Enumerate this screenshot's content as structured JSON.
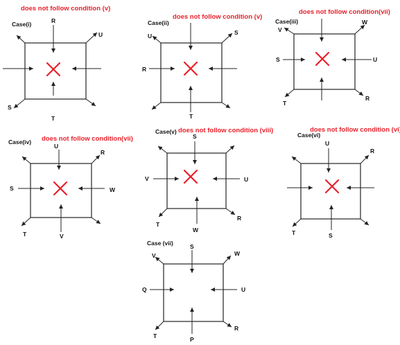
{
  "colors": {
    "note": "#e8202a",
    "cross": "#e8202a",
    "ink": "#222222"
  },
  "panels": [
    {
      "title": "Case(i)",
      "note": "does not follow condition (v)",
      "crossed": true,
      "labels": {
        "top": "R",
        "top_right": "U",
        "bottom_left": "S",
        "bottom": "T"
      }
    },
    {
      "title": "Case(ii)",
      "note": "does not follow condition (v)",
      "crossed": true,
      "labels": {
        "top_left": "U",
        "top_right": "S",
        "left": "R",
        "bottom": "T"
      }
    },
    {
      "title": "Case(iii)",
      "note": "does not follow condition(vii)",
      "crossed": true,
      "labels": {
        "top_left": "V",
        "top_right": "W",
        "left": "S",
        "right": "U",
        "bottom_left": "T",
        "bottom_right": "R"
      }
    },
    {
      "title": "Case(iv)",
      "note": "does not follow condition(vii)",
      "crossed": true,
      "labels": {
        "top": "U",
        "top_right": "R",
        "left": "S",
        "right": "W",
        "bottom_left": "T",
        "bottom": "V"
      }
    },
    {
      "title": "Case(v)",
      "note": "does not follow condition (viii)",
      "crossed": true,
      "labels": {
        "top": "S",
        "left": "V",
        "right": "U",
        "bottom_left": "T",
        "bottom": "W",
        "bottom_right": "R"
      }
    },
    {
      "title": "Case(vi)",
      "note": "does not follow condition (vi)",
      "crossed": true,
      "labels": {
        "top": "U",
        "top_right": "R",
        "bottom_left": "T",
        "bottom": "S"
      }
    },
    {
      "title": "Case (vii)",
      "note": "",
      "crossed": false,
      "labels": {
        "top_left": "V",
        "top": "S",
        "top_right": "W",
        "left": "Q",
        "right": "U",
        "bottom_left": "T",
        "bottom": "P",
        "bottom_right": "R"
      }
    }
  ]
}
